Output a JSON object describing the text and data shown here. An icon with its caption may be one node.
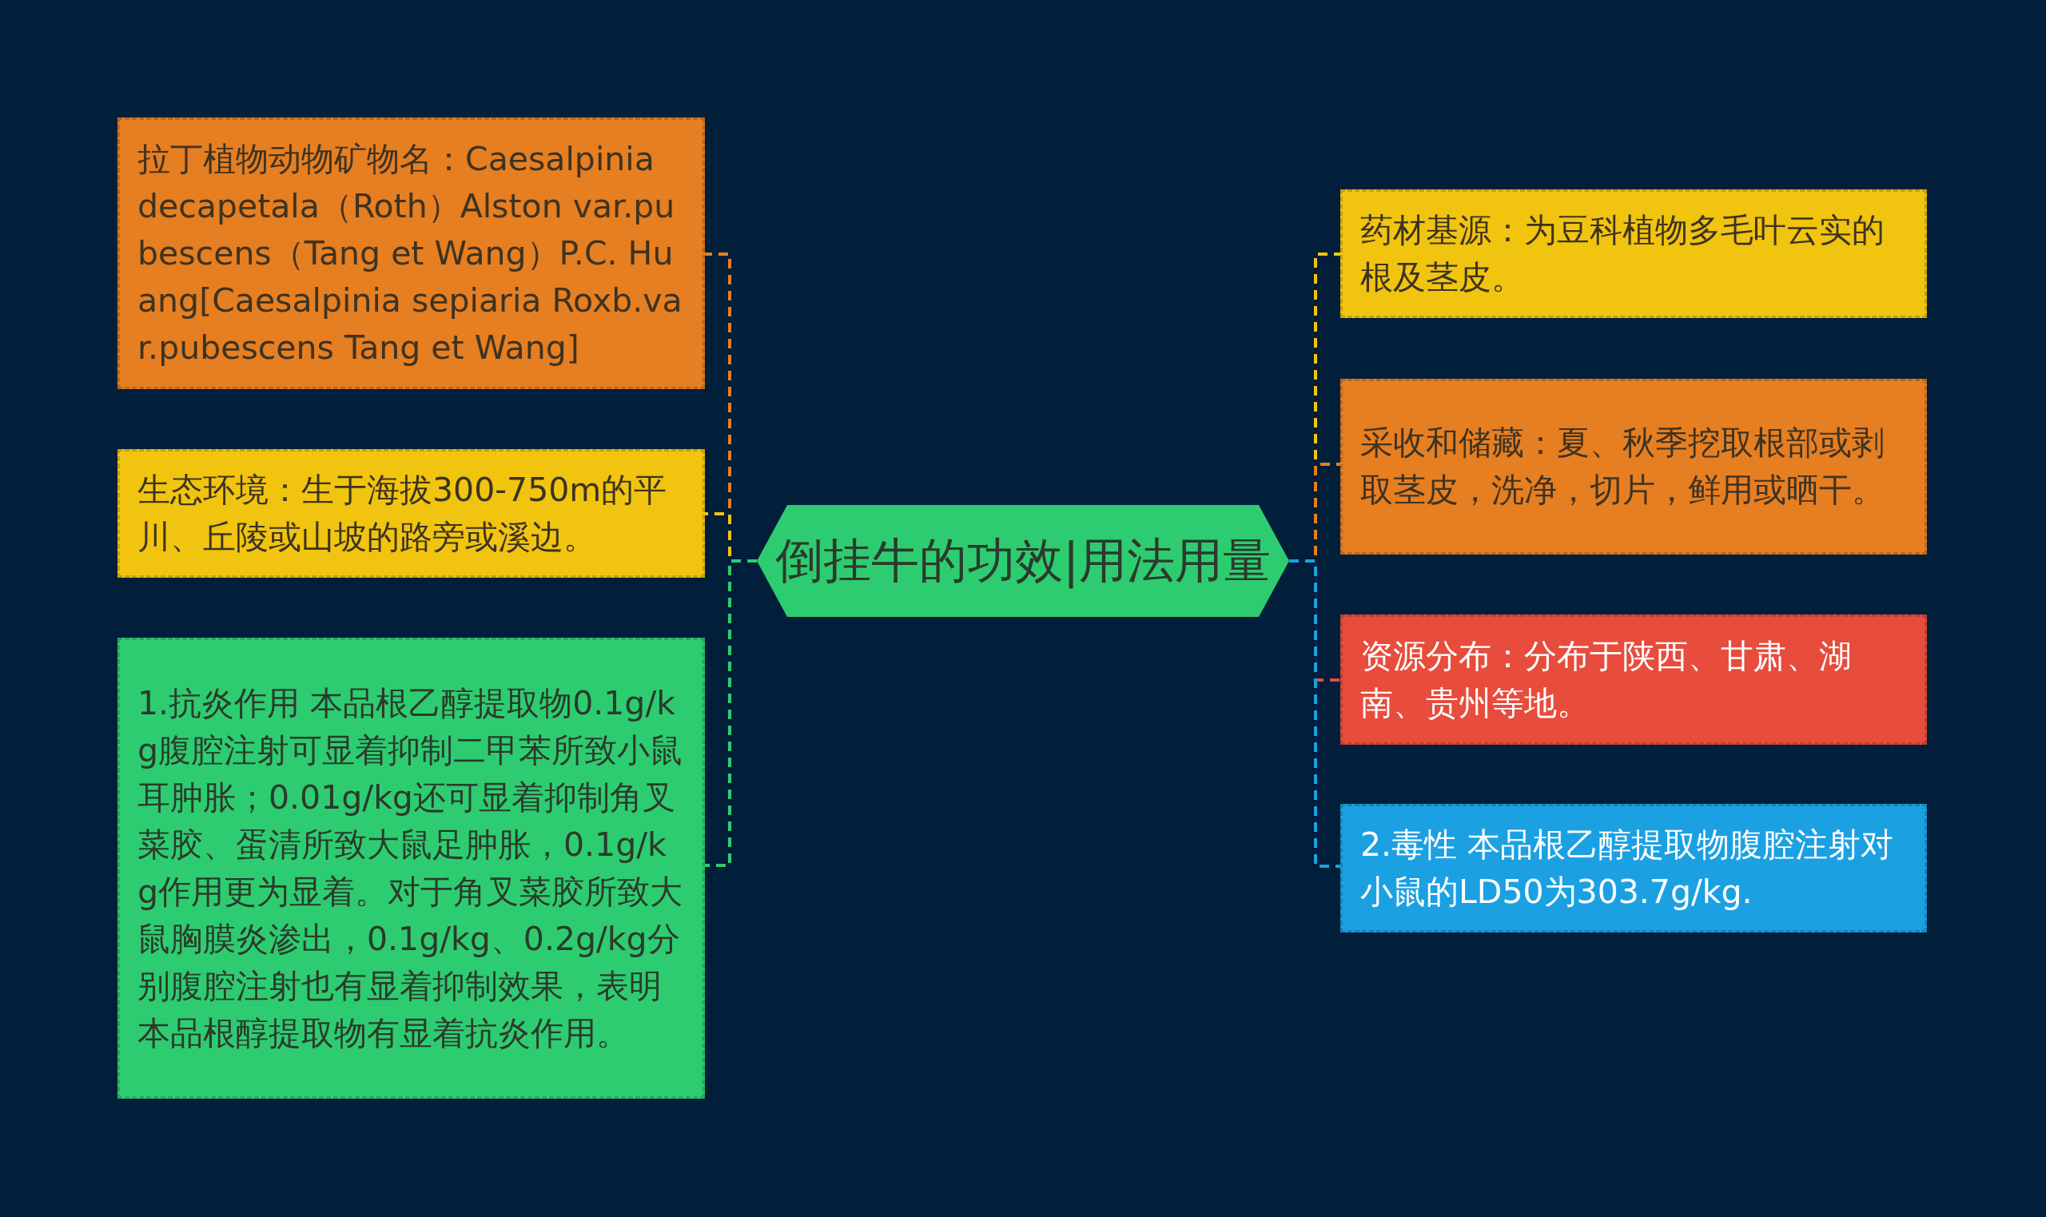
{
  "diagram": {
    "nodes": [
      {
        "text": [
          "倒挂牛的功效|用法用量"
        ]
      },
      {
        "text": [
          "拉丁植物动物矿物名：Caesalpinia decapetala（Roth）Alston var.pubescens（Tang et Wang）P.C. Huang[Caesalpinia sepiaria Roxb.var.pubescens Tang et Wang]"
        ]
      },
      {
        "text": [
          "生态环境：生于海拔300-750m的平川、丘陵或山坡的路旁或溪边。"
        ]
      },
      {
        "text": [
          "1.抗炎作用 本品根乙醇提取物0.1g/kg腹腔注射可显着抑制二甲苯所致小鼠耳肿胀；0.01g/kg还可显着抑制角叉菜胶、蛋清所致大鼠足肿胀，0.1g/kg作用更为显着。对于角叉菜胶所致大鼠胸膜炎渗出，0.1g/kg、0.2g/kg分别腹腔注射也有显着抑制效果，表明本品根醇提取物有显着抗炎作用。"
        ]
      },
      {
        "text": [
          "药材基源：为豆科植物多毛叶云实的根及茎皮。"
        ]
      },
      {
        "text": [
          "采收和储藏：夏、秋季挖取根部或剥取茎皮，洗净，切片，鲜用或晒干。"
        ]
      },
      {
        "text": [
          "资源分布：分布于陕西、甘肃、湖南、贵州等地。"
        ]
      },
      {
        "text": [
          "2.毒性 本品根乙醇提取物腹腔注射对小鼠的LD50为303.7g/kg."
        ]
      }
    ],
    "edges": [
      {
        "from": 0,
        "to": 1,
        "arrow": "none",
        "style": "dashed",
        "color": "#e67e22"
      },
      {
        "from": 0,
        "to": 2,
        "arrow": "none",
        "style": "dashed",
        "color": "#f1c40f"
      },
      {
        "from": 0,
        "to": 3,
        "arrow": "none",
        "style": "dashed",
        "color": "#2ecc71"
      },
      {
        "from": 0,
        "to": 4,
        "arrow": "none",
        "style": "dashed",
        "color": "#f1c40f"
      },
      {
        "from": 0,
        "to": 5,
        "arrow": "none",
        "style": "dashed",
        "color": "#e67e22"
      },
      {
        "from": 0,
        "to": 6,
        "arrow": "none",
        "style": "dashed",
        "color": "#e74c3c"
      },
      {
        "from": 0,
        "to": 7,
        "arrow": "none",
        "style": "dashed",
        "color": "#1ba1e2"
      }
    ]
  }
}
